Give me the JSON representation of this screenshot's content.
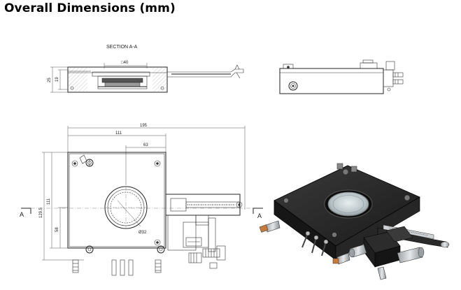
{
  "page": {
    "title": "Overall Dimensions (mm)"
  },
  "section_view": {
    "label": "SECTION A-A",
    "aperture_label": "□40",
    "height_outer": "25",
    "height_inner": "19"
  },
  "top_view": {
    "dim_overall_width": "195",
    "dim_plate_width": "111",
    "dim_center_offset": "63",
    "dim_overall_height": "129.5",
    "dim_plate_height": "111",
    "dim_lower": "58",
    "dim_diameter": "Ø32",
    "section_marker_left": "A",
    "section_marker_right": "A"
  }
}
